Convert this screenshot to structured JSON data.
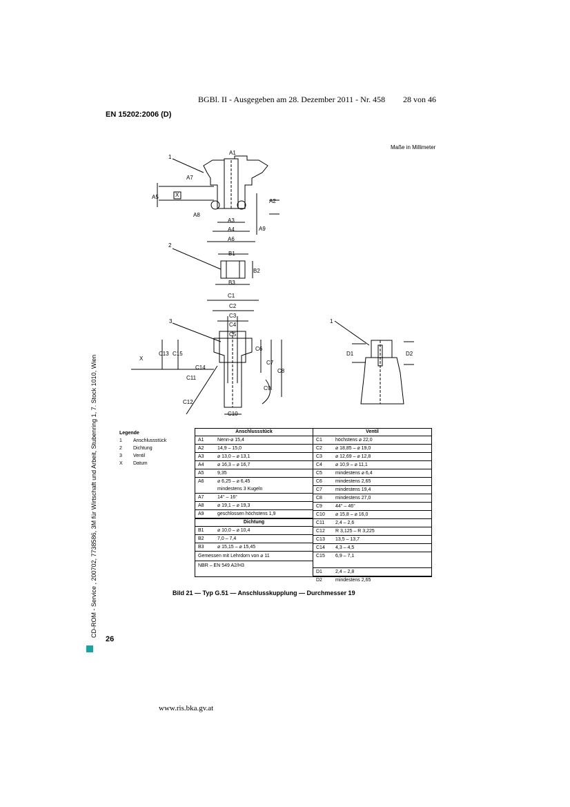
{
  "header": {
    "line": "BGBl. II - Ausgegeben am 28. Dezember 2011 - Nr. 458",
    "page_counter": "28 von 46"
  },
  "doc_title": "EN 15202:2006 (D)",
  "units_note": "Maße in Millimeter",
  "side_text": "CD-ROM - Service , 200702, 7738586, 3M für Wirtschaft und Arbeit, Stubenring 1, 7. Stock 1010, Wien",
  "drawing_labels": {
    "A1": "A1",
    "A2": "A2",
    "A3": "A3",
    "A4": "A4",
    "A5": "A5",
    "A6": "A6",
    "A7": "A7",
    "A8": "A8",
    "A9": "A9",
    "B1": "B1",
    "B2": "B2",
    "B3": "B3",
    "C1": "C1",
    "C2": "C2",
    "C3": "C3",
    "C4": "C4",
    "C5": "C5",
    "C6": "C6",
    "C7": "C7",
    "C8": "C8",
    "C9": "C9",
    "C10": "C10",
    "C11": "C11",
    "C12": "C12",
    "C13": "C13",
    "C14": "C14",
    "C15": "C15",
    "D1": "D1",
    "D2": "D2",
    "callout_1": "1",
    "callout_2": "2",
    "callout_3": "3",
    "callout_1b": "1",
    "datum_x": "X",
    "datum_x2": "X"
  },
  "legend": {
    "title": "Legende",
    "items": [
      {
        "num": "1",
        "text": "Anschlussstück"
      },
      {
        "num": "2",
        "text": "Dichtung"
      },
      {
        "num": "3",
        "text": "Ventil"
      },
      {
        "num": "X",
        "text": "Datum"
      }
    ]
  },
  "table": {
    "left_header": "Anschlussstück",
    "left_rows": [
      {
        "code": "A1",
        "value": "Nenn-⌀ 15,4"
      },
      {
        "code": "A2",
        "value": "14,9 – 15,0"
      },
      {
        "code": "A3",
        "value": "⌀ 13,0 – ⌀ 13,1"
      },
      {
        "code": "A4",
        "value": "⌀ 16,3 – ⌀ 16,7"
      },
      {
        "code": "A5",
        "value": "9,35"
      },
      {
        "code": "A6",
        "value": "⌀ 6,25 – ⌀ 6,45",
        "value2": "mindestens 3 Kugeln"
      },
      {
        "code": "A7",
        "value": "14° – 16°"
      },
      {
        "code": "A8",
        "value": "⌀ 19,1 – ⌀ 19,3"
      },
      {
        "code": "A9",
        "value": "geschlossen höchstens 1,9"
      }
    ],
    "seal_header": "Dichtung",
    "seal_rows": [
      {
        "code": "B1",
        "value": "⌀ 10,0 – ⌀ 10,4"
      },
      {
        "code": "B2",
        "value": "7,0 – 7,4"
      },
      {
        "code": "B3",
        "value": "⌀ 15,15 – ⌀ 15,45"
      }
    ],
    "seal_note_1": "Gemessen mit Lehrdorn von ⌀ 11",
    "seal_note_2": "NBR – EN 549 A2/H3",
    "right_header": "Ventil",
    "right_rows": [
      {
        "code": "C1",
        "value": "höchstens ⌀ 22,0"
      },
      {
        "code": "C2",
        "value": "⌀ 18,85 – ⌀ 19,0"
      },
      {
        "code": "C3",
        "value": "⌀ 12,69 – ⌀ 12,8"
      },
      {
        "code": "C4",
        "value": "⌀ 10,9 – ⌀ 11,1"
      },
      {
        "code": "C5",
        "value": "mindestens ⌀ 6,4"
      },
      {
        "code": "C6",
        "value": "mindestens 2,65"
      },
      {
        "code": "C7",
        "value": "mindestens 19,4"
      },
      {
        "code": "C8",
        "value": "mindestens 27,0"
      },
      {
        "code": "C9",
        "value": "44° – 46°"
      },
      {
        "code": "C10",
        "value": "⌀ 15,8 – ⌀ 16,0"
      },
      {
        "code": "C11",
        "value": "2,4 – 2,6"
      },
      {
        "code": "C12",
        "value": "R 3,125 – R 3,225"
      },
      {
        "code": "C13",
        "value": "13,5 – 13,7"
      },
      {
        "code": "C14",
        "value": "4,3 – 4,5"
      },
      {
        "code": "C15",
        "value": "6,9 – 7,1"
      },
      {
        "code": "D1",
        "value": "2,4 – 2,8"
      },
      {
        "code": "D2",
        "value": "mindestens 2,65"
      }
    ]
  },
  "caption": "Bild 21 — Typ G.51 — Anschlusskupplung — Durchmesser 19",
  "page_number": "26",
  "footer_url": "www.ris.bka.gv.at",
  "colors": {
    "stamp": "#1aa3a3"
  }
}
